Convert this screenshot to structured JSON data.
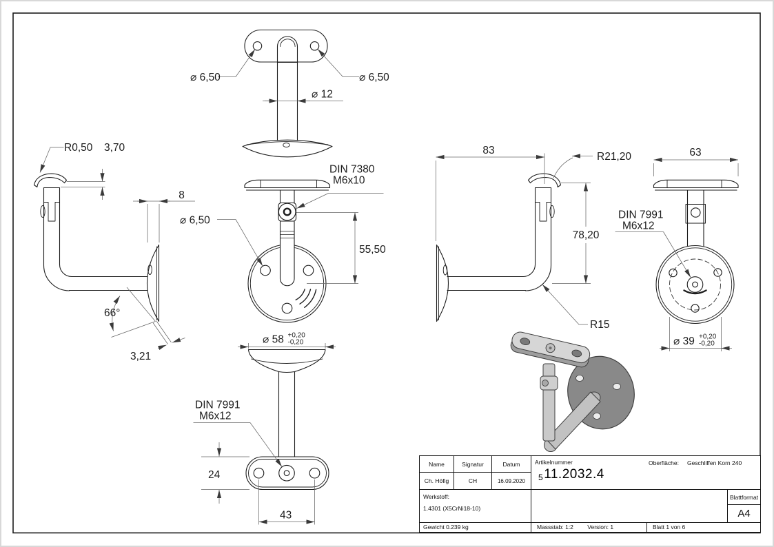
{
  "meta": {
    "page_bg": "#ffffff",
    "object_line_color": "#1c1c1c",
    "dimension_line_color": "#666666",
    "iso_body_color": "#c9c9c9",
    "iso_plate_color": "#898989"
  },
  "views": {
    "top": {
      "dia_left": "⌀ 6,50",
      "dia_right": "⌀ 6,50",
      "dia_stem": "⌀ 12"
    },
    "side_left": {
      "r_saddle": "R0,50",
      "saddle_thk": "3,70",
      "plate_thk": "8",
      "angle": "66°",
      "tip_thk": "3,21"
    },
    "front": {
      "din": "DIN 7380",
      "thread": "M6x10",
      "dia_hole": "⌀ 6,50",
      "height": "55,50"
    },
    "bottom": {
      "dia_dome": "⌀ 58",
      "tol_plus": "+0,20",
      "tol_minus": "-0,20",
      "din": "DIN 7991",
      "thread": "M6x12",
      "plate_h": "24",
      "hole_dist": "43"
    },
    "side_right": {
      "width": "83",
      "r_top": "R21,20",
      "height": "78,20",
      "r_elbow": "R15"
    },
    "rear": {
      "bar_w": "63",
      "din": "DIN 7991",
      "thread": "M6x12",
      "dia_circle": "⌀ 39",
      "tol_plus": "+0,20",
      "tol_minus": "-0,20"
    }
  },
  "title_block": {
    "name_label": "Name",
    "signatur_label": "Signatur",
    "datum_label": "Datum",
    "name_value": "Ch. Höfig",
    "signatur_value": "CH",
    "datum_value": "16.09.2020",
    "artikelnummer_label": "Artikelnummer",
    "artikelnummer_prefix": "5",
    "artikelnummer_value": "11.2032.4",
    "oberflaeche_label": "Oberfläche:",
    "oberflaeche_value": "Geschliffen Korn 240",
    "werkstoff_label": "Werkstoff:",
    "werkstoff_value": "1.4301 (X5CrNi18-10)",
    "gewicht": "Gewicht 0.239 kg",
    "blattformat_label": "Blattformat",
    "blattformat_value": "A4",
    "massstab": "Massstab: 1:2",
    "version": "Version: 1",
    "blatt": "Blatt 1 von 6"
  }
}
